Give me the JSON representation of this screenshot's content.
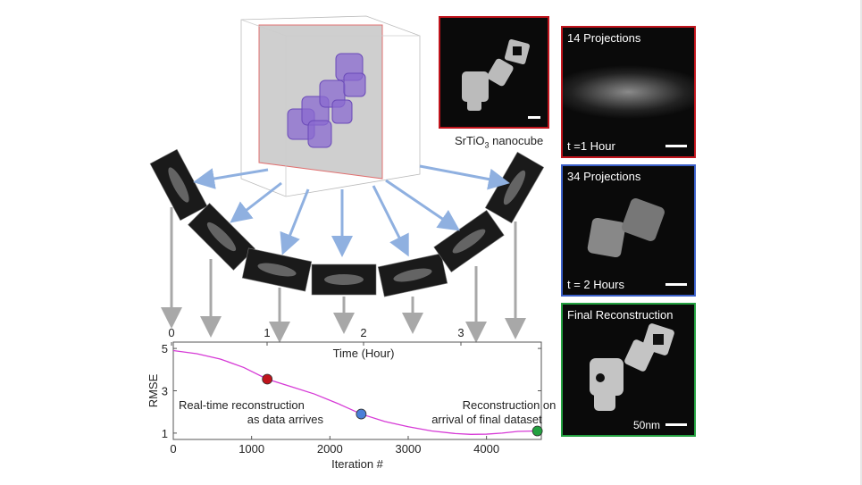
{
  "inset": {
    "label_main": "SrTiO",
    "label_sub": "3",
    "label_rest": " nanocube"
  },
  "panels": [
    {
      "title": "14 Projections",
      "time": "t =1 Hour",
      "color": "#c0141c"
    },
    {
      "title": "34 Projections",
      "time": "t = 2 Hours",
      "color": "#3a5fc8"
    },
    {
      "title": "Final Reconstruction",
      "scale": "50nm",
      "color": "#23a040"
    }
  ],
  "chart_data": {
    "type": "line",
    "xlabel": "Iteration #",
    "ylabel": "RMSE",
    "top_axis_label": "Time (Hour)",
    "xlim": [
      0,
      4700
    ],
    "ylim": [
      0.7,
      5.3
    ],
    "x_ticks": [
      "0",
      "1000",
      "2000",
      "3000",
      "4000"
    ],
    "y_ticks": [
      "1",
      "3",
      "5"
    ],
    "top_ticks": [
      "0",
      "1",
      "2",
      "3"
    ],
    "series": [
      {
        "name": "RMSE",
        "color": "#d63ad6",
        "x": [
          0,
          300,
          600,
          900,
          1200,
          1500,
          1800,
          2100,
          2400,
          2700,
          3000,
          3300,
          3600,
          3800,
          4000,
          4200,
          4400,
          4650
        ],
        "y": [
          4.9,
          4.75,
          4.5,
          4.1,
          3.55,
          3.2,
          2.85,
          2.4,
          1.9,
          1.55,
          1.3,
          1.1,
          0.98,
          0.94,
          0.95,
          1.0,
          1.08,
          1.1
        ]
      }
    ],
    "markers": [
      {
        "x": 1200,
        "y": 3.55,
        "color": "#c0141c"
      },
      {
        "x": 2400,
        "y": 1.9,
        "color": "#4a7fd8"
      },
      {
        "x": 4650,
        "y": 1.1,
        "color": "#23a040"
      }
    ],
    "annotations": [
      "Real-time reconstruction",
      "as data arrives",
      "Reconstruction on",
      "arrival of final dataset"
    ]
  }
}
